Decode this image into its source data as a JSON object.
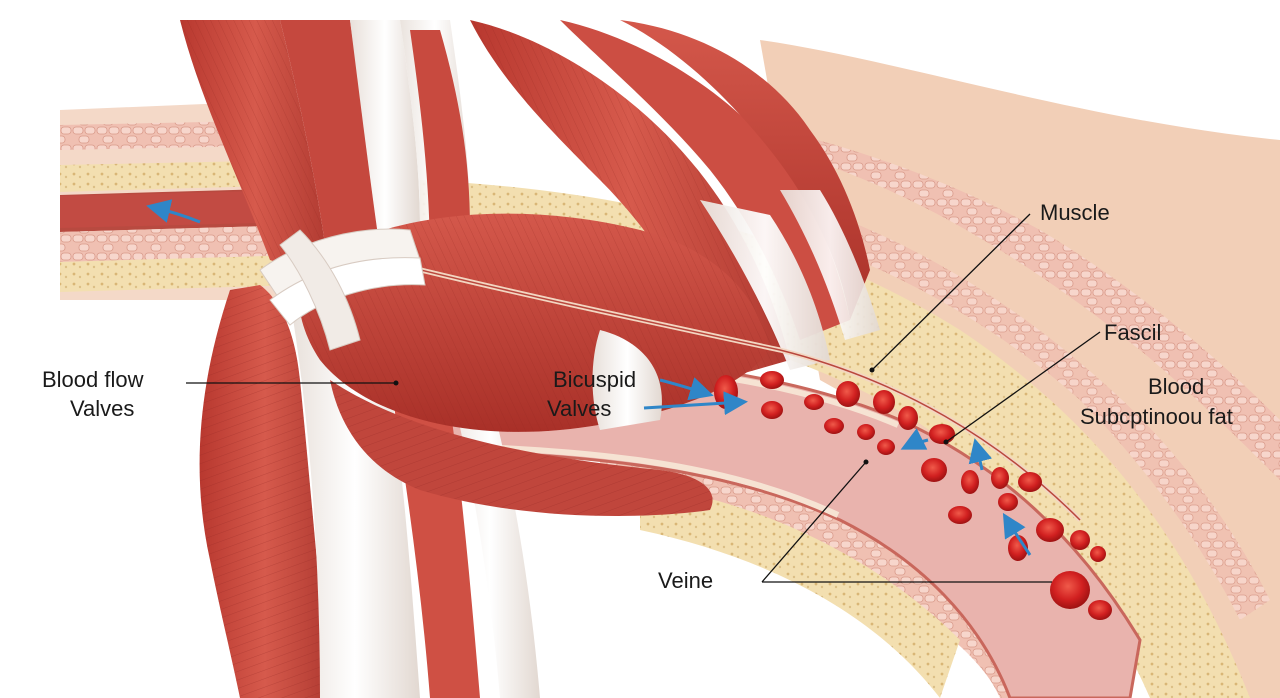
{
  "labels": {
    "muscle": "Muscle",
    "fascia": "Fascil",
    "blood": "Blood",
    "subcutaneous_fat": "Subcptinoou fat",
    "blood_flow": "Blood flow",
    "valves_left": "Valves",
    "bicuspid": "Bicuspid",
    "valves_center": "Valves",
    "vein": "Veine"
  },
  "colors": {
    "muscle": "#c8453c",
    "muscle_dark": "#9e2a24",
    "tendon": "#f2ece6",
    "fat": "#f3dfb0",
    "skin": "#f0c7ad",
    "blood_cell": "#d42323",
    "arrow": "#2f86c8",
    "leader_line": "#111111"
  }
}
